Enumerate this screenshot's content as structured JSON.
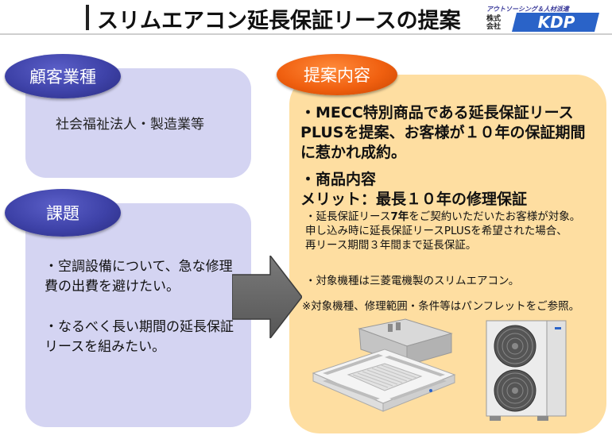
{
  "header": {
    "title": "スリムエアコン延長保証リースの提案",
    "logo_tagline": "アウトソーシング＆人材派遣",
    "logo_company": "株式会社",
    "logo_brand": "KDP"
  },
  "customer": {
    "label": "顧客業種",
    "value": "社会福祉法人・製造業等"
  },
  "issues": {
    "label": "課題",
    "items": [
      "・空調設備について、急な修理費の出費を避けたい。",
      "・なるべく長い期間の延長保証リースを組みたい。"
    ]
  },
  "proposal": {
    "label": "提案内容",
    "point1": "・MECC特別商品である延長保証リースPLUSを提案、お客様が１０年の保証期間に惹かれ成約。",
    "point2_heading": "・商品内容",
    "point2_merit": "メリット：最長１０年の修理保証",
    "detail_line1_pre": "・延長保証リース",
    "detail_line1_bold": "7年",
    "detail_line1_post": "をご契約いただいたお客様が対象。",
    "detail_line2": "申し込み時に延長保証リースPLUSを希望された場合、",
    "detail_line3": "再リース期間３年間まで延長保証。",
    "target_models": "・対象機種は三菱電機製のスリムエアコン。",
    "note": "※対象機種、修理範囲・条件等はパンフレットをご参照。"
  },
  "colors": {
    "pill_blue": "#3e42a8",
    "pill_orange": "#f06010",
    "panel_lavender": "#d4d4f2",
    "panel_peach": "#fedea1",
    "arrow_gray": "#6a6a6a"
  }
}
